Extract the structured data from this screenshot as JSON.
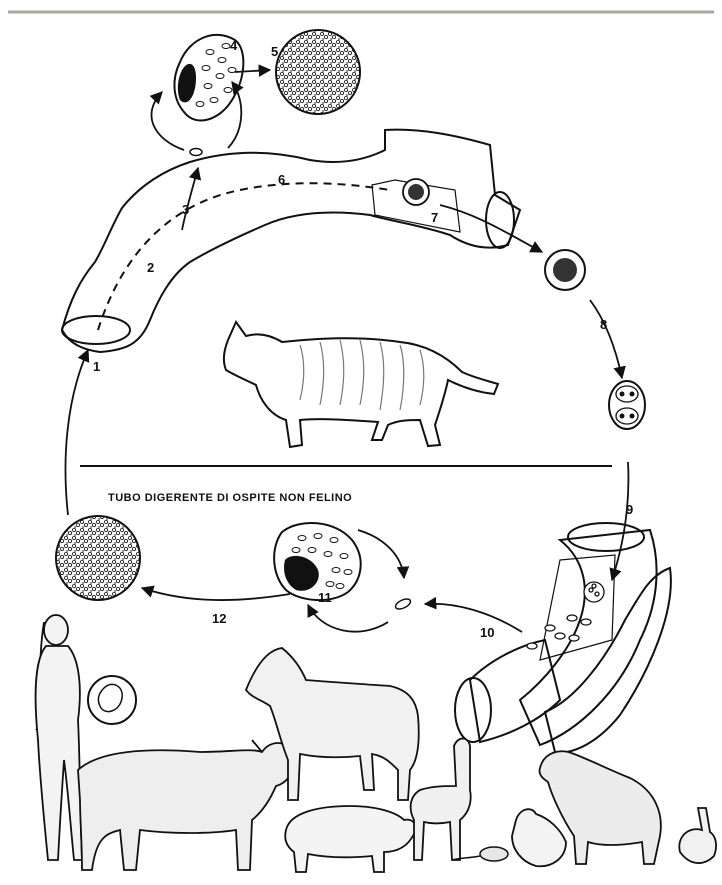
{
  "caption": "TUBO   DIGERENTE   DI   OSPITE   NON   FELINO",
  "steps": [
    "1",
    "2",
    "3",
    "4",
    "5",
    "6",
    "7",
    "8",
    "9",
    "10",
    "11",
    "12"
  ],
  "colors": {
    "header_rule": "#a6a89a",
    "ink": "#111111"
  },
  "icons": {
    "cat": "cat-icon",
    "intestine_feline": "intestine-icon",
    "intestine_host": "intestine-icon",
    "cyst": "tissue-cyst-icon",
    "oocyst": "oocyst-icon",
    "host_cell": "host-cell-icon",
    "woman": "woman-icon",
    "fetus": "fetus-icon",
    "cow": "cow-icon",
    "horse": "horse-icon",
    "pig": "pig-icon",
    "sheep": "sheep-icon",
    "llama": "llama-icon",
    "chicken": "chicken-icon",
    "mouse": "mouse-icon",
    "rabbit": "rabbit-icon"
  }
}
